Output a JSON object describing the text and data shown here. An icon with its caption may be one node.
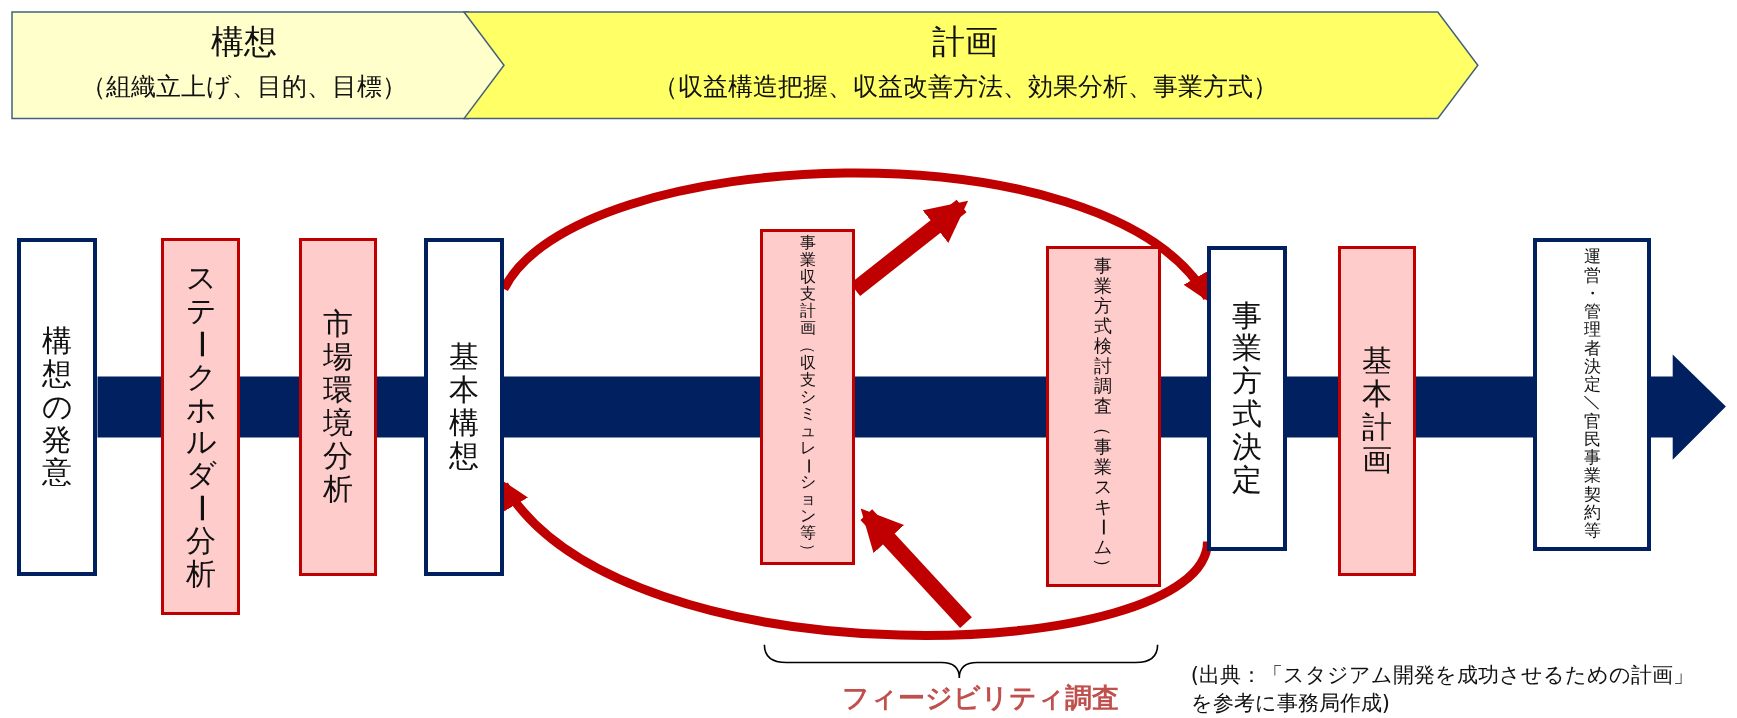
{
  "diagram": {
    "nodes": [
      {
        "text": [
          "構想",
          "（組織立上げ、目的、目標）"
        ]
      },
      {
        "text": [
          "計画",
          "（収益構造把握、収益改善方法、効果分析、事業方式）"
        ]
      },
      {
        "text": [
          "構想の発意"
        ]
      },
      {
        "text": [
          "ステークホルダー分析"
        ]
      },
      {
        "text": [
          "市場環境分析"
        ]
      },
      {
        "text": [
          "基本構想"
        ]
      },
      {
        "text": [
          "事業収支計画（収支シミュレーション等）"
        ]
      },
      {
        "text": [
          "事業方式検討調査（事業スキーム）"
        ]
      },
      {
        "text": [
          "事業方式決定"
        ]
      },
      {
        "text": [
          "基本計画"
        ]
      },
      {
        "text": [
          "運営・管理者決定／官民事業契約等"
        ]
      }
    ],
    "edges": [
      {
        "from": 5,
        "to": 8,
        "arrow": "to"
      },
      {
        "from": 8,
        "to": 5,
        "arrow": "to"
      },
      {
        "from": 6,
        "to": null,
        "arrow": "to"
      },
      {
        "from": null,
        "to": 6,
        "arrow": "to"
      }
    ],
    "labels": [
      "フィージビリティ調査",
      "(出典：「スタジアム開発を成功させるための計画」を参考に事務局作成)"
    ]
  }
}
